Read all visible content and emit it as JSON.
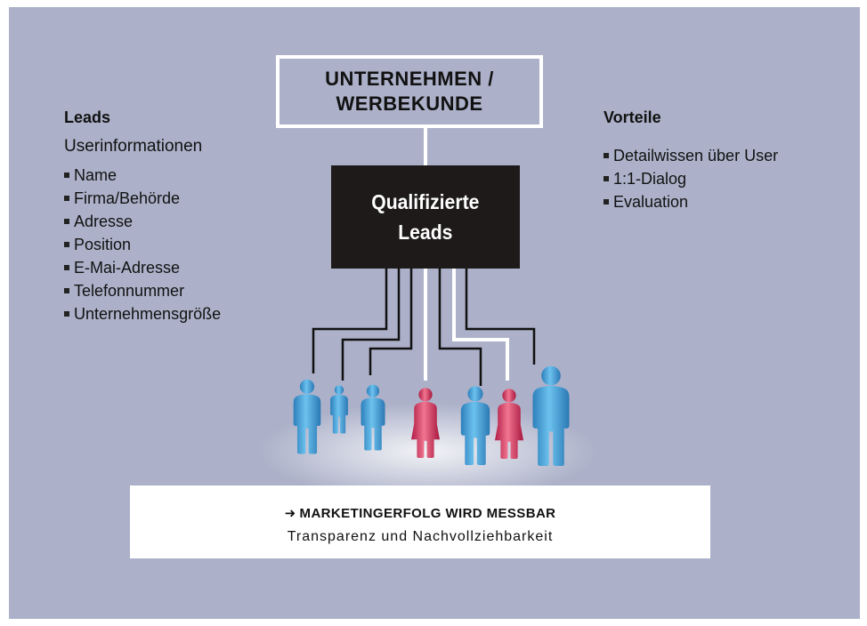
{
  "company": {
    "lines": [
      "UNTERNEHMEN /",
      "WERBEKUNDE"
    ]
  },
  "center": {
    "lines": [
      "Qualifizierte",
      "Leads"
    ]
  },
  "leads_panel": {
    "heading": "Leads",
    "subheading": "Userinformationen",
    "items": [
      "Name",
      "Firma/Behörde",
      "Adresse",
      "Position",
      "E-Mai-Adresse",
      "Telefonnummer",
      "Unternehmensgröße"
    ]
  },
  "benefits_panel": {
    "heading": "Vorteile",
    "items": [
      "Detailwissen über User",
      "1:1-Dialog",
      "Evaluation"
    ]
  },
  "result": {
    "arrow": "➜",
    "title": "MARKETINGERFOLG WIRD MESSBAR",
    "subtitle": "Transparenz und Nachvollziehbarkeit"
  },
  "people": [
    {
      "gender": "male"
    },
    {
      "gender": "male"
    },
    {
      "gender": "male"
    },
    {
      "gender": "female"
    },
    {
      "gender": "male"
    },
    {
      "gender": "female"
    },
    {
      "gender": "male"
    }
  ],
  "colors": {
    "background": "#acb1c9",
    "box_dark": "#1e1a1a",
    "male": "#3d9ad6",
    "female": "#d8335f",
    "line_dark": "#111111",
    "line_light": "#ffffff"
  }
}
